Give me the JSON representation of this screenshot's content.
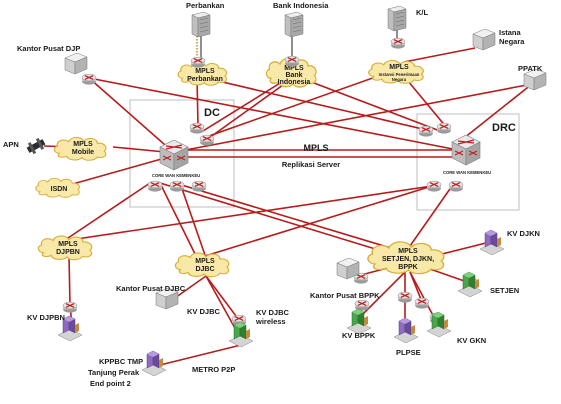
{
  "sites": {
    "dc": "DC",
    "drc": "DRC"
  },
  "core_labels": {
    "dc_core": "CORE WAN KEMENKEU",
    "drc_core": "CORE WAN KEMENKEU"
  },
  "links": {
    "mpls": "MPLS",
    "replication": "Replikasi Server",
    "metro": "METRO P2P"
  },
  "clouds": {
    "perbankan": [
      "MPLS",
      "Perbankan"
    ],
    "bank_indonesia": [
      "MPLS",
      "Bank",
      "Indonesia"
    ],
    "instansi": [
      "MPLS",
      "Instansi Penerimaan",
      "Negara"
    ],
    "mobile": [
      "MPLS",
      "Mobile"
    ],
    "isdn": [
      "ISDN"
    ],
    "djpbn": [
      "MPLS",
      "DJPBN"
    ],
    "djbc": [
      "MPLS",
      "DJBC"
    ],
    "setjen": [
      "MPLS",
      "SETJEN, DJKN,",
      "BPPK"
    ]
  },
  "nodes": {
    "kantor_pusat_djp": "Kantor Pusat DJP",
    "perbankan": "Perbankan",
    "bank_indonesia": "Bank Indonesia",
    "kl": "K/L",
    "istana_negara": [
      "Istana",
      "Negara"
    ],
    "ppatk": "PPATK",
    "apn": "APN",
    "kv_djkn": "KV DJKN",
    "setjen": "SETJEN",
    "kantor_pusat_bppk": "Kantor Pusat BPPK",
    "kv_bppk": "KV BPPK",
    "plpse": "PLPSE",
    "kv_gkn": "KV GKN",
    "kantor_pusat_djbc": "Kantor Pusat DJBC",
    "kv_djbc": "KV DJBC",
    "kv_djbc_wireless": [
      "KV DJBC",
      "wireless"
    ],
    "kv_djpbn": "KV DJPBN",
    "kppbc": [
      "KPPBC TMP",
      "Tanjung Perak",
      "End point 2"
    ]
  },
  "colors": {
    "link": "#b81b1b",
    "cloud_fill": "#f9e9a8",
    "cloud_stroke": "#d7b03a",
    "router_fill": "#dcdcdc",
    "router_x": "#c21d1d",
    "building_green": "#3e9a3e",
    "building_purple": "#7a56a8"
  },
  "icons": {
    "router": "router-icon",
    "core_switch": "core-switch-icon",
    "server": "server-icon",
    "building": "building-icon",
    "cloud": "cloud-icon",
    "antenna": "antenna-icon"
  }
}
